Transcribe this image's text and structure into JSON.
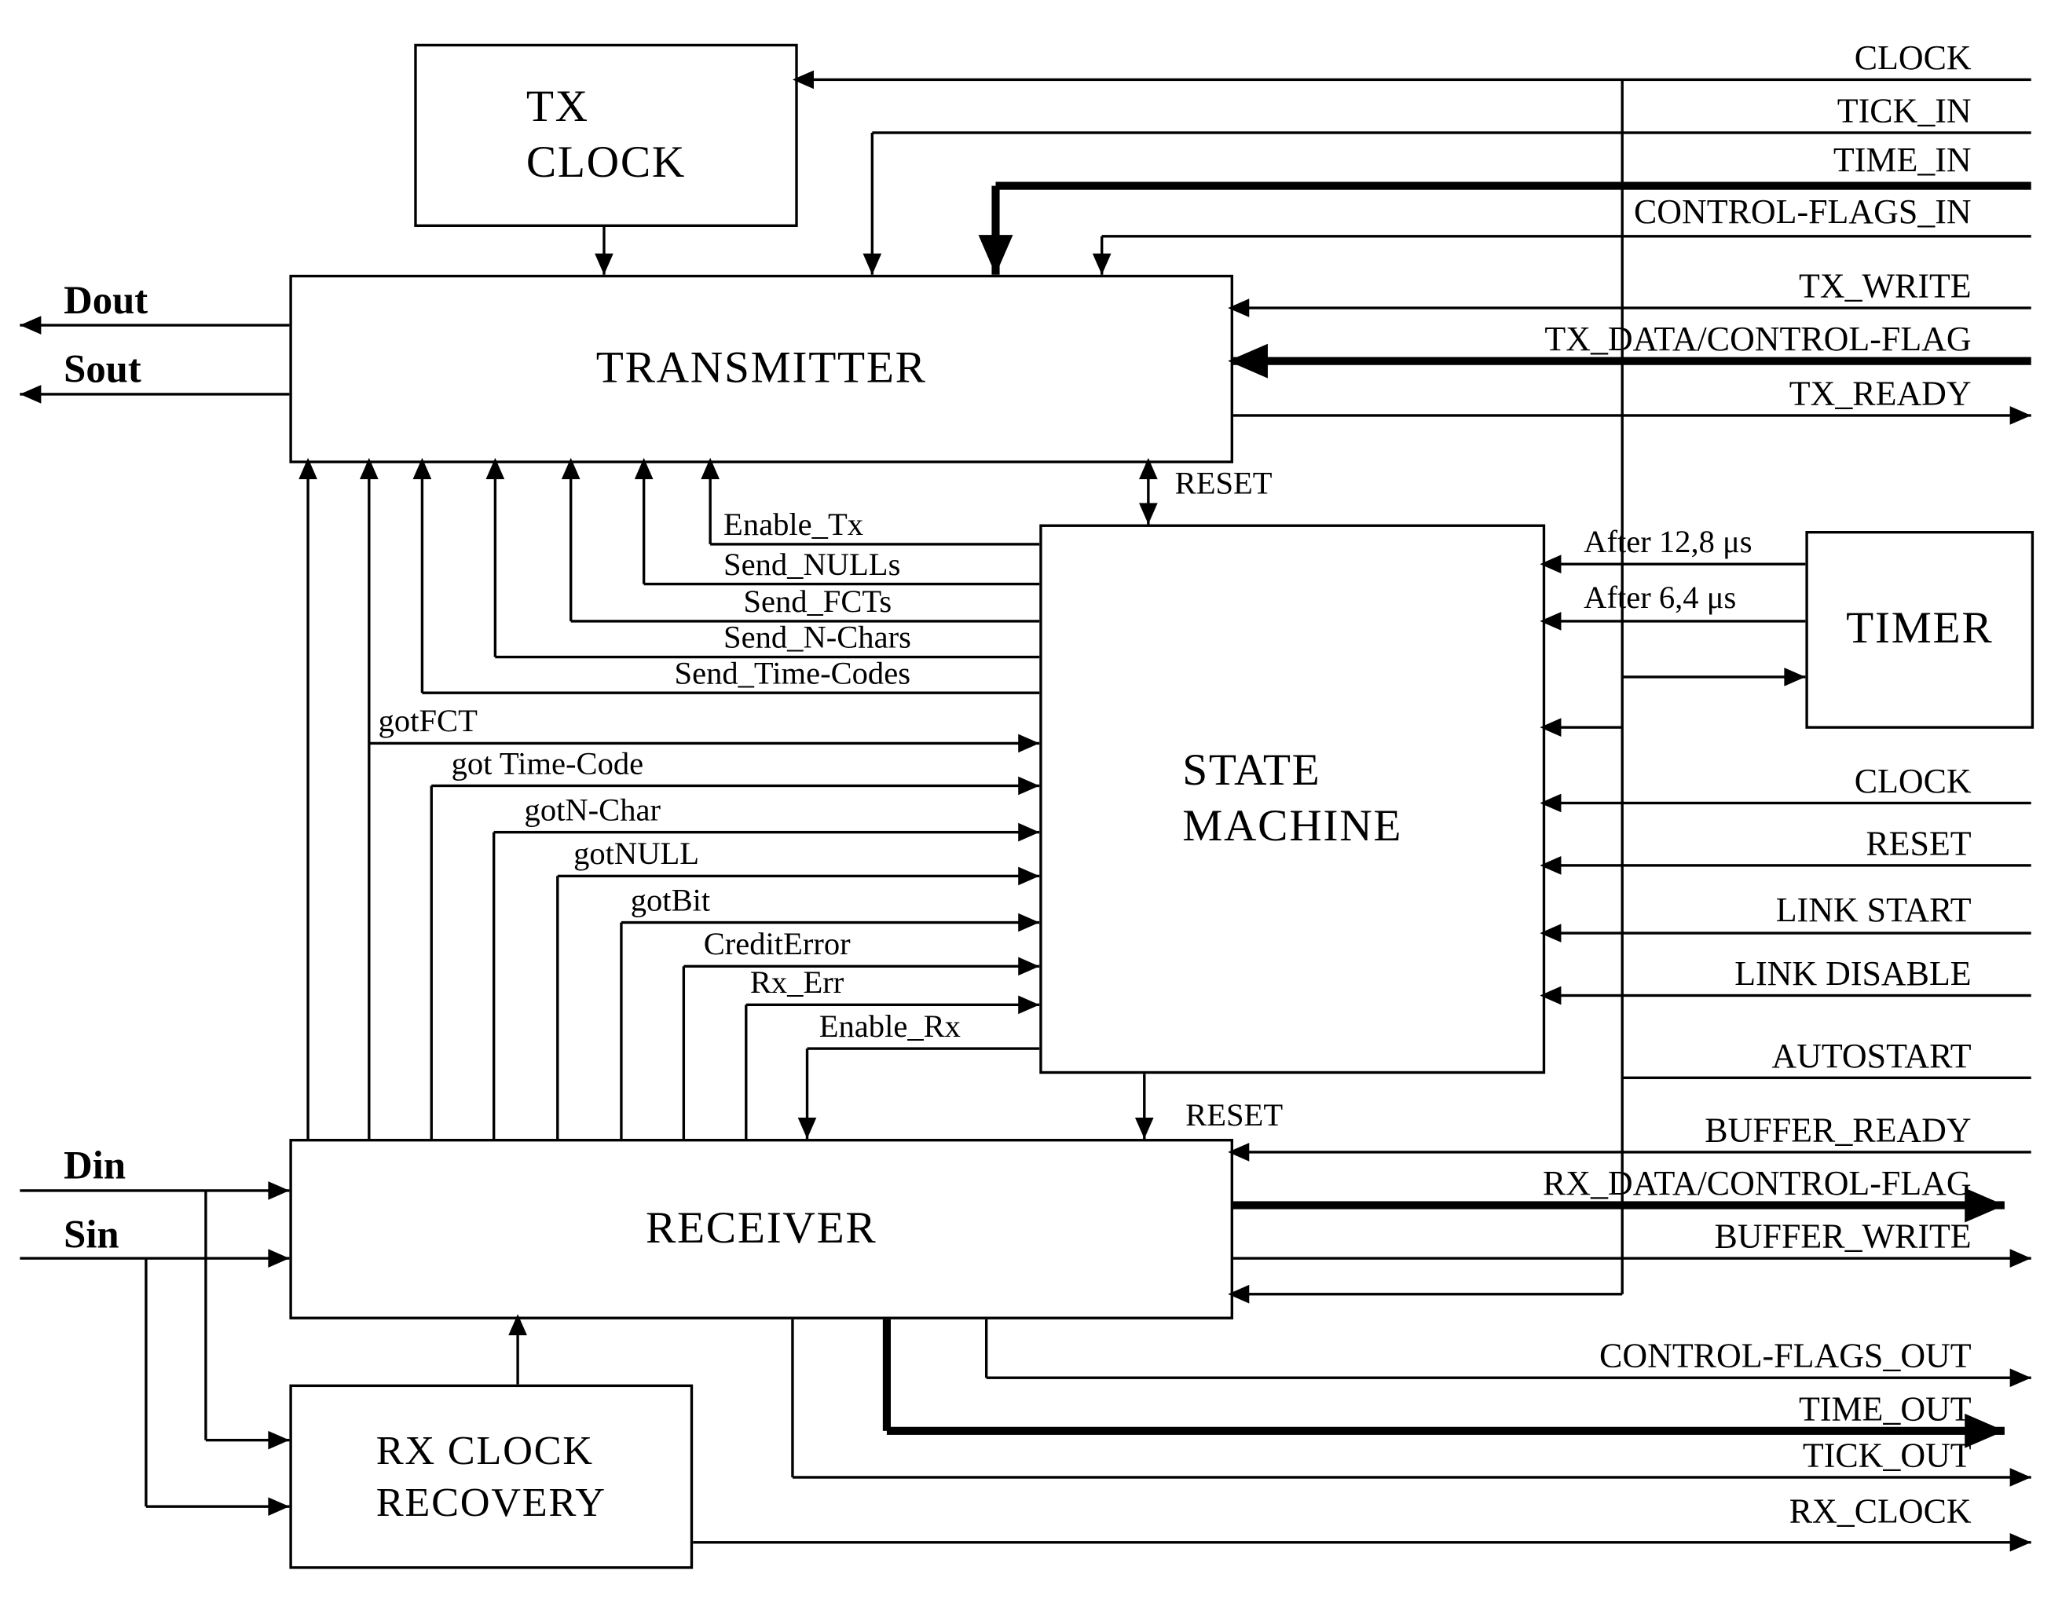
{
  "blocks": {
    "tx_clock": {
      "line1": "TX",
      "line2": "CLOCK"
    },
    "transmitter": {
      "label": "TRANSMITTER"
    },
    "state_machine": {
      "line1": "STATE",
      "line2": "MACHINE"
    },
    "timer": {
      "label": "TIMER"
    },
    "receiver": {
      "label": "RECEIVER"
    },
    "rx_clock_recovery": {
      "line1": "RX CLOCK",
      "line2": "RECOVERY"
    }
  },
  "ports": {
    "dout": "Dout",
    "sout": "Sout",
    "din": "Din",
    "sin": "Sin"
  },
  "signals": {
    "clock_top": "CLOCK",
    "tick_in": "TICK_IN",
    "time_in": "TIME_IN",
    "control_flags_in": "CONTROL-FLAGS_IN",
    "tx_write": "TX_WRITE",
    "tx_data": "TX_DATA/CONTROL-FLAG",
    "tx_ready": "TX_READY",
    "after_12_8": "After 12,8 μs",
    "after_6_4": "After 6,4 μs",
    "clock_mid": "CLOCK",
    "reset_right": "RESET",
    "link_start": "LINK START",
    "link_disable": "LINK DISABLE",
    "autostart": "AUTOSTART",
    "buffer_ready": "BUFFER_READY",
    "rx_data": "RX_DATA/CONTROL-FLAG",
    "buffer_write": "BUFFER_WRITE",
    "control_flags_out": "CONTROL-FLAGS_OUT",
    "time_out": "TIME_OUT",
    "tick_out": "TICK_OUT",
    "rx_clock": "RX_CLOCK",
    "enable_tx": "Enable_Tx",
    "send_nulls": "Send_NULLs",
    "send_fcts": "Send_FCTs",
    "send_n_chars": "Send_N-Chars",
    "send_time_codes": "Send_Time-Codes",
    "reset_top": "RESET",
    "got_fct": "gotFCT",
    "got_time_code": "got Time-Code",
    "got_n_char": "gotN-Char",
    "got_null": "gotNULL",
    "got_bit": "gotBit",
    "credit_error": "CreditError",
    "rx_err": "Rx_Err",
    "enable_rx": "Enable_Rx",
    "reset_bottom": "RESET"
  }
}
